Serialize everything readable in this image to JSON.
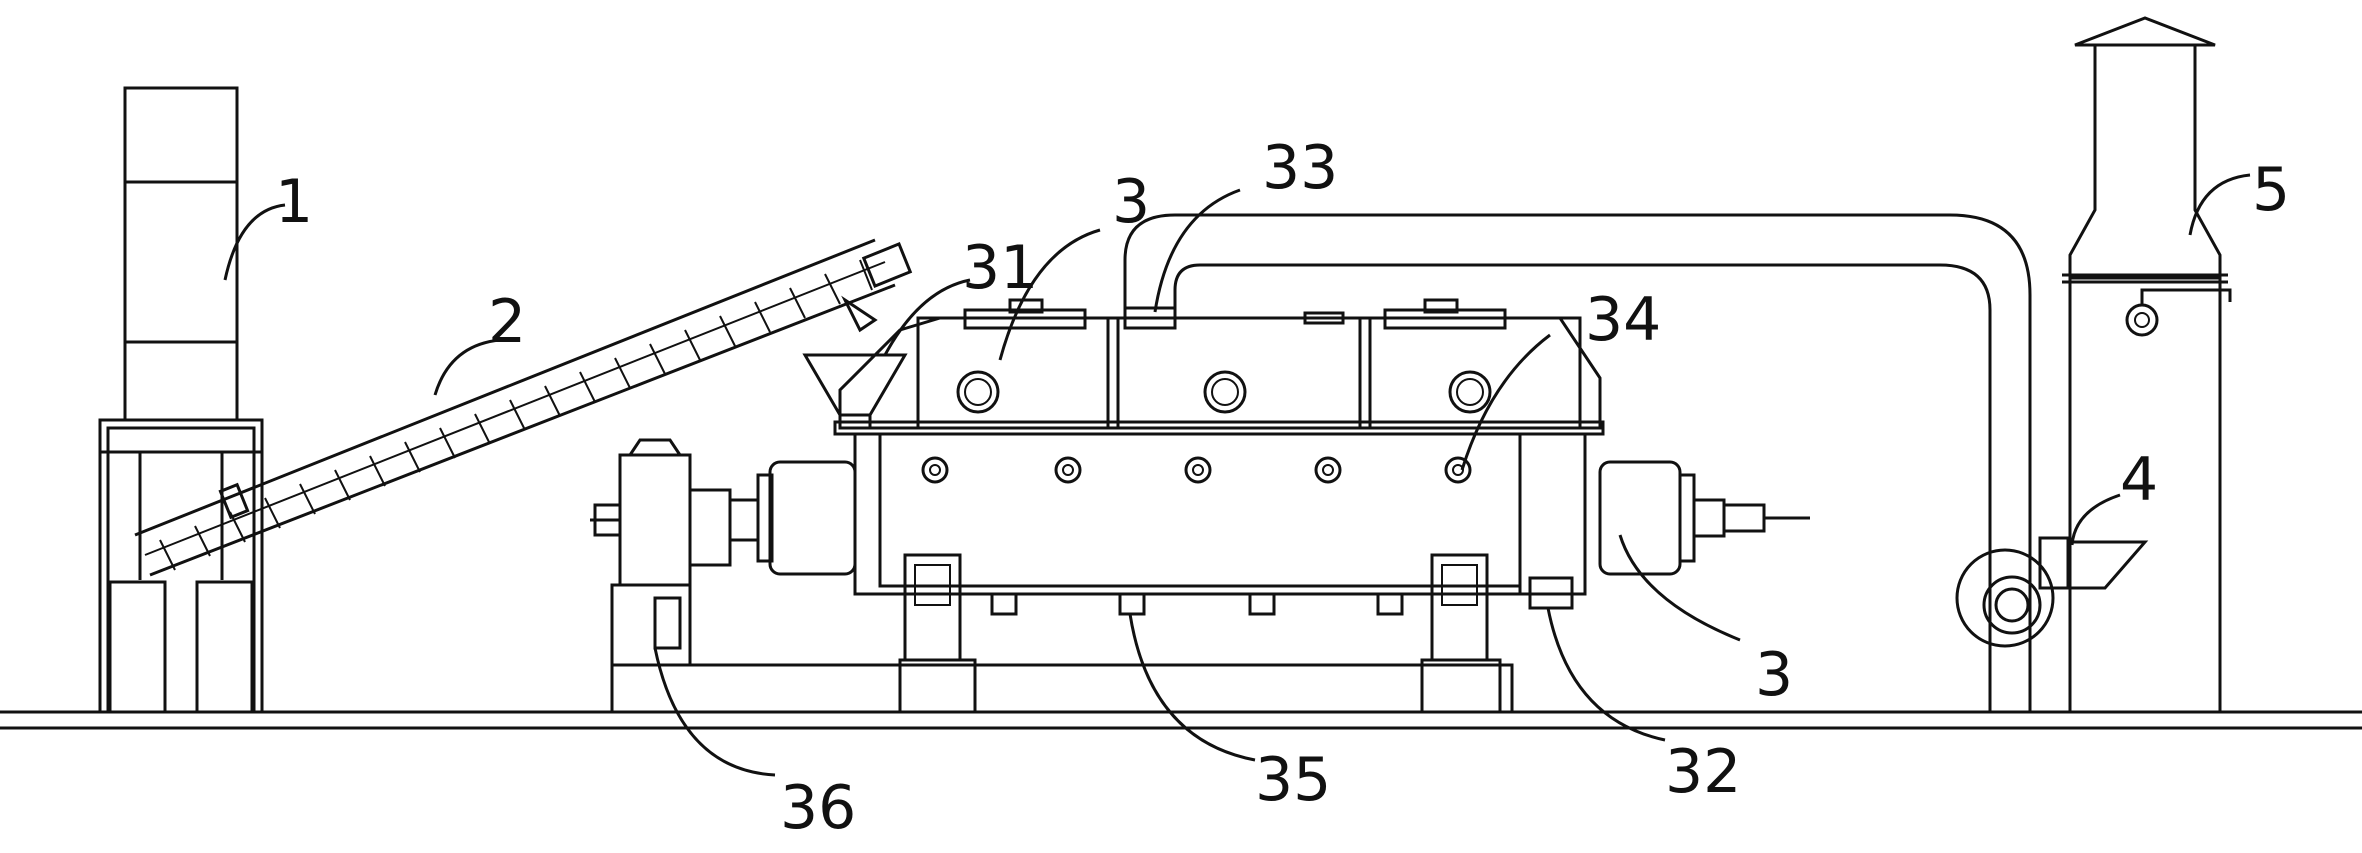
{
  "labels": {
    "l1": "1",
    "l2": "2",
    "l3_top": "3",
    "l3_right": "3",
    "l4": "4",
    "l5": "5",
    "l31": "31",
    "l32": "32",
    "l33": "33",
    "l34": "34",
    "l35": "35",
    "l36": "36"
  },
  "colors": {
    "line": "#111111",
    "background": "#ffffff"
  }
}
